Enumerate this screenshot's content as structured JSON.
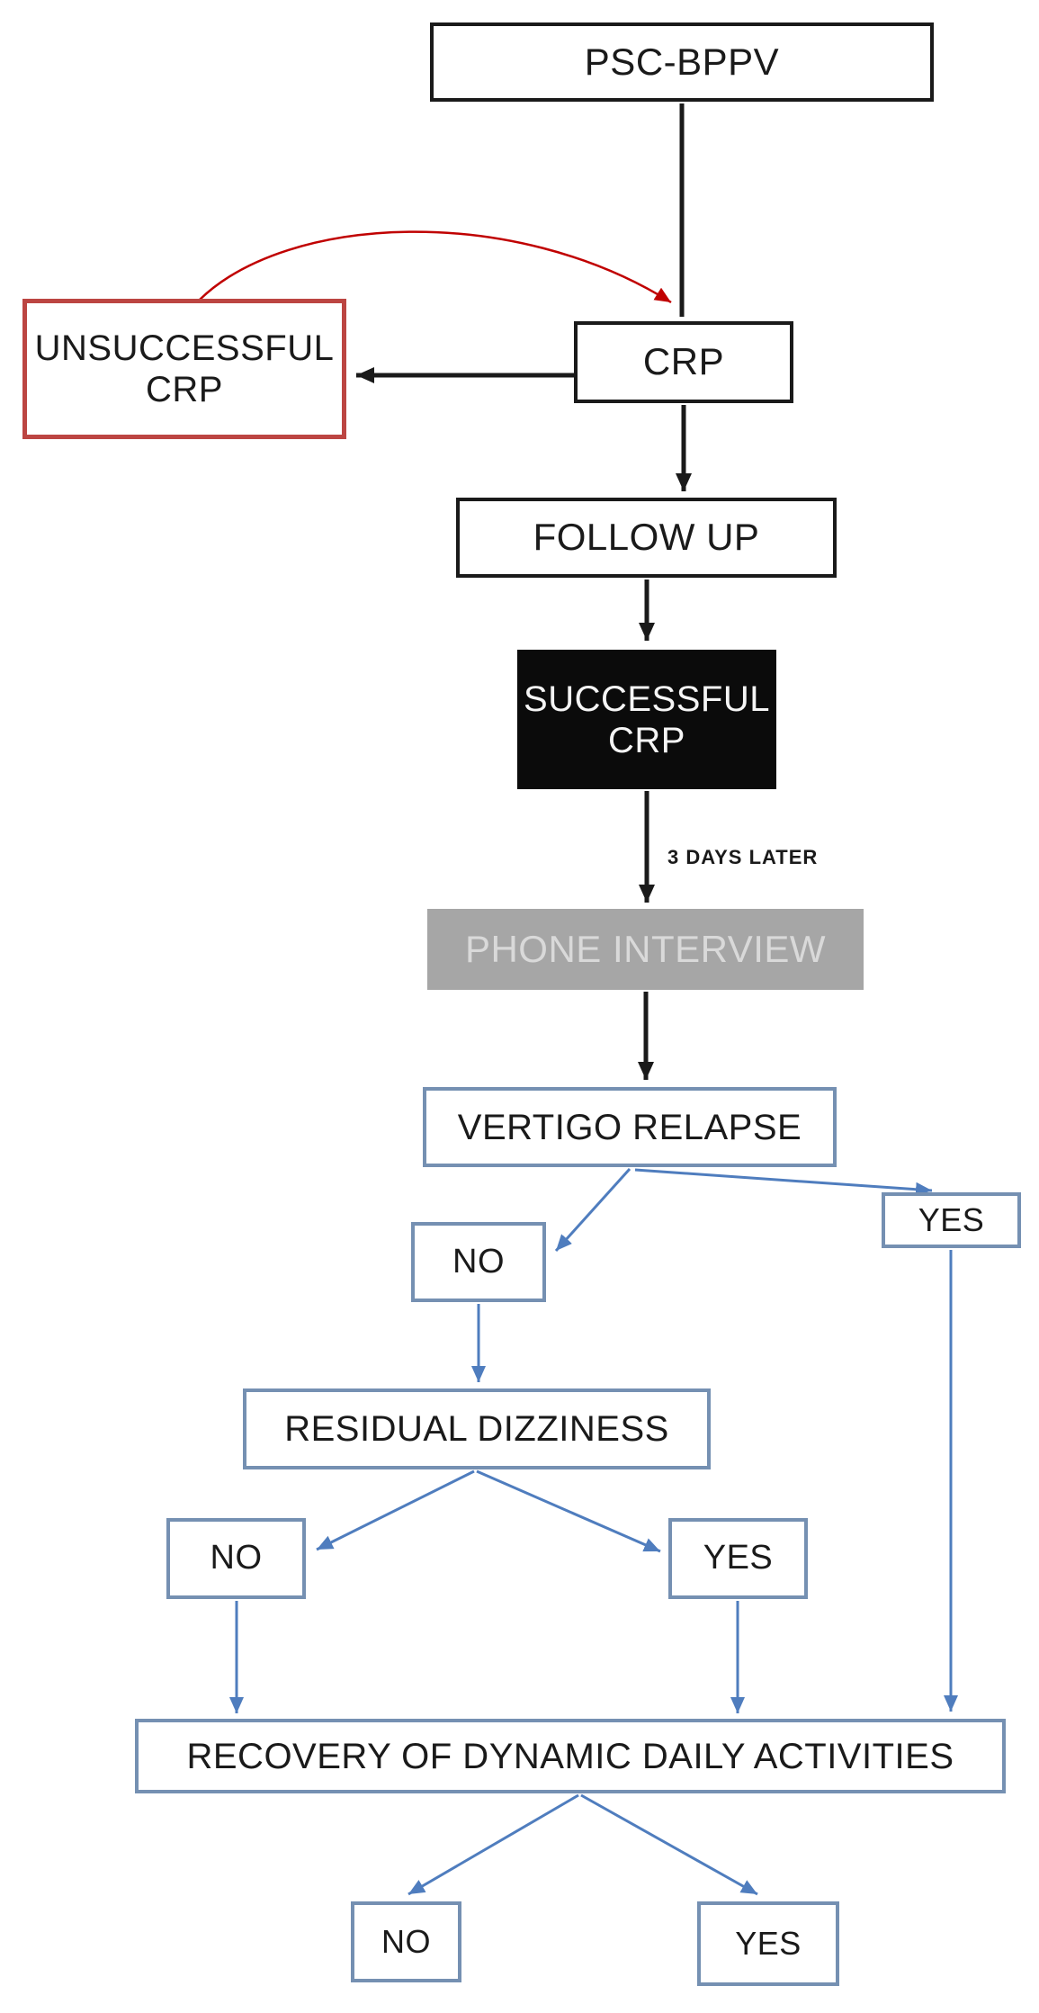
{
  "diagram": {
    "nodes": {
      "psc_bppv": {
        "label": "PSC-BPPV"
      },
      "crp": {
        "label": "CRP"
      },
      "unsuccessful_crp": {
        "label": "UNSUCCESSFUL CRP"
      },
      "follow_up": {
        "label": "FOLLOW UP"
      },
      "successful_crp": {
        "label": "SUCCESSFUL CRP"
      },
      "phone_interview": {
        "label": "PHONE INTERVIEW"
      },
      "vertigo_relapse": {
        "label": "VERTIGO RELAPSE"
      },
      "vertigo_no": {
        "label": "NO"
      },
      "vertigo_yes": {
        "label": "YES"
      },
      "residual_dizziness": {
        "label": "RESIDUAL DIZZINESS"
      },
      "residual_no": {
        "label": "NO"
      },
      "residual_yes": {
        "label": "YES"
      },
      "recovery": {
        "label": "RECOVERY OF DYNAMIC DAILY ACTIVITIES"
      },
      "recovery_no": {
        "label": "NO"
      },
      "recovery_yes": {
        "label": "YES"
      }
    },
    "edges": [
      {
        "from": "psc_bppv",
        "to": "crp",
        "style": "black"
      },
      {
        "from": "crp",
        "to": "unsuccessful_crp",
        "style": "black"
      },
      {
        "from": "unsuccessful_crp",
        "to": "crp",
        "style": "red-curve"
      },
      {
        "from": "crp",
        "to": "follow_up",
        "style": "black"
      },
      {
        "from": "follow_up",
        "to": "successful_crp",
        "style": "black"
      },
      {
        "from": "successful_crp",
        "to": "phone_interview",
        "style": "black",
        "label": "3 DAYS LATER"
      },
      {
        "from": "phone_interview",
        "to": "vertigo_relapse",
        "style": "black"
      },
      {
        "from": "vertigo_relapse",
        "to": "vertigo_no",
        "style": "blue"
      },
      {
        "from": "vertigo_relapse",
        "to": "vertigo_yes",
        "style": "blue"
      },
      {
        "from": "vertigo_no",
        "to": "residual_dizziness",
        "style": "blue"
      },
      {
        "from": "residual_dizziness",
        "to": "residual_no",
        "style": "blue"
      },
      {
        "from": "residual_dizziness",
        "to": "residual_yes",
        "style": "blue"
      },
      {
        "from": "residual_no",
        "to": "recovery",
        "style": "blue"
      },
      {
        "from": "residual_yes",
        "to": "recovery",
        "style": "blue"
      },
      {
        "from": "vertigo_yes",
        "to": "recovery",
        "style": "blue"
      },
      {
        "from": "recovery",
        "to": "recovery_no",
        "style": "blue"
      },
      {
        "from": "recovery",
        "to": "recovery_yes",
        "style": "blue"
      }
    ],
    "colors": {
      "black": "#1a1a1a",
      "black_fill": "#0b0b0b",
      "white_text": "#f5f5f5",
      "red_border": "#bc4542",
      "red_arrow": "#c00000",
      "blue_border": "#7590b2",
      "blue_arrow": "#4f7dbe",
      "gray_fill": "#a6a6a6",
      "gray_text": "#d9d9d9"
    }
  }
}
